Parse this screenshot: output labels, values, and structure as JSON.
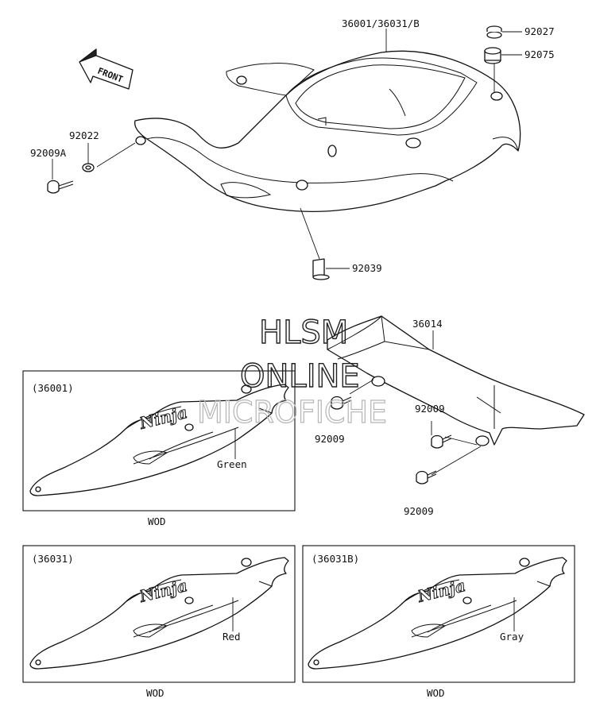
{
  "arrow": {
    "front": "FRONT"
  },
  "labels": {
    "cowl": "36001/36031/B",
    "grommet": "92027",
    "damper": "92075",
    "washer": "92022",
    "bolt_a": "92009A",
    "rivet": "92039",
    "tail_cover": "36014",
    "bolt_1": "92009",
    "bolt_2": "92009",
    "bolt_3": "92009"
  },
  "boxes": [
    {
      "title": "(36001)",
      "color": "Green",
      "caption": "WOD"
    },
    {
      "title": "(36031)",
      "color": "Red",
      "caption": "WOD"
    },
    {
      "title": "(36031B)",
      "color": "Gray",
      "caption": "WOD"
    }
  ],
  "watermark": {
    "line1": "HLSM",
    "line2": "ONLINE",
    "line3": "MICROFICHE"
  }
}
